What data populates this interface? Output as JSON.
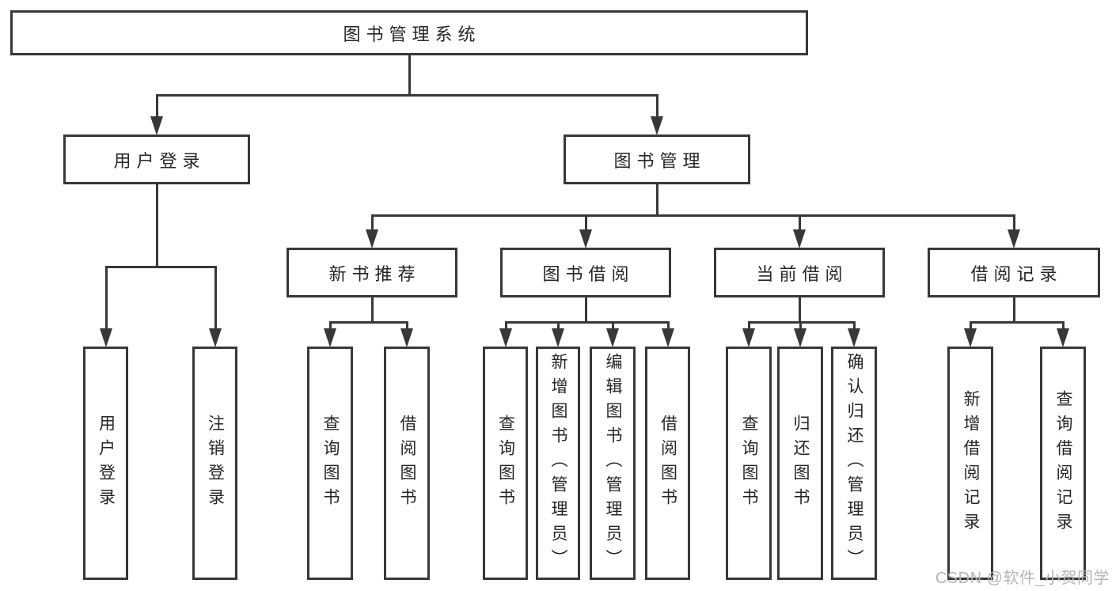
{
  "colors": {
    "background": "#ffffff",
    "line": "#383838",
    "box_border": "#383838",
    "text": "#262626",
    "watermark": "#b5b5b5"
  },
  "watermark": {
    "text": "CSDN @软件_小贺同学"
  },
  "tree": {
    "id": "root",
    "label": "图书管理系统",
    "children": [
      {
        "id": "user-login",
        "label": "用户登录",
        "children": [
          {
            "id": "leaf-user-login",
            "label": "用户登录"
          },
          {
            "id": "leaf-logout",
            "label": "注销登录"
          }
        ]
      },
      {
        "id": "book-mgmt",
        "label": "图书管理",
        "children": [
          {
            "id": "new-book-rec",
            "label": "新书推荐",
            "children": [
              {
                "id": "leaf-query-book-1",
                "label": "查询图书"
              },
              {
                "id": "leaf-borrow-book-1",
                "label": "借阅图书"
              }
            ]
          },
          {
            "id": "book-borrow",
            "label": "图书借阅",
            "children": [
              {
                "id": "leaf-query-book-2",
                "label": "查询图书"
              },
              {
                "id": "leaf-add-book",
                "label": "新增图书（管理员）"
              },
              {
                "id": "leaf-edit-book",
                "label": "编辑图书（管理员）"
              },
              {
                "id": "leaf-borrow-book-2",
                "label": "借阅图书"
              }
            ]
          },
          {
            "id": "current-borrow",
            "label": "当前借阅",
            "children": [
              {
                "id": "leaf-query-book-3",
                "label": "查询图书"
              },
              {
                "id": "leaf-return-book",
                "label": "归还图书"
              },
              {
                "id": "leaf-confirm-return",
                "label": "确认归还（管理员）"
              }
            ]
          },
          {
            "id": "borrow-records",
            "label": "借阅记录",
            "children": [
              {
                "id": "leaf-add-record",
                "label": "新增借阅记录"
              },
              {
                "id": "leaf-query-record",
                "label": "查询借阅记录"
              }
            ]
          }
        ]
      }
    ]
  }
}
